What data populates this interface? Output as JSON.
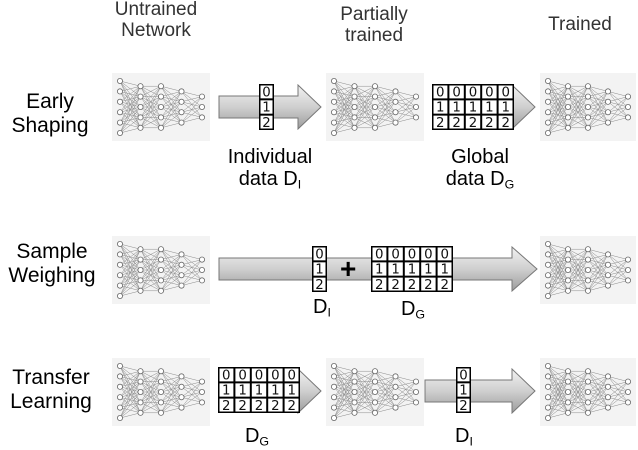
{
  "columns": {
    "untrained": "Untrained\nNetwork",
    "partial": "Partially\ntrained",
    "trained": "Trained"
  },
  "rows": {
    "early": "Early\nShaping",
    "sample": "Sample\nWeighing",
    "transfer": "Transfer\nLearning"
  },
  "labels": {
    "individual_line1": "Individual",
    "individual_line2": "data D",
    "individual_sub": "I",
    "global_line1": "Global",
    "global_line2": "data D",
    "global_sub": "G",
    "di_main": "D",
    "di_sub": "I",
    "dg_main": "D",
    "dg_sub": "G",
    "plus": "+"
  },
  "digits": {
    "individual": [
      "0",
      "1",
      "2"
    ],
    "global": [
      [
        "0",
        "0",
        "0",
        "0",
        "0"
      ],
      [
        "1",
        "1",
        "1",
        "1",
        "1"
      ],
      [
        "2",
        "2",
        "2",
        "2",
        "2"
      ]
    ]
  }
}
